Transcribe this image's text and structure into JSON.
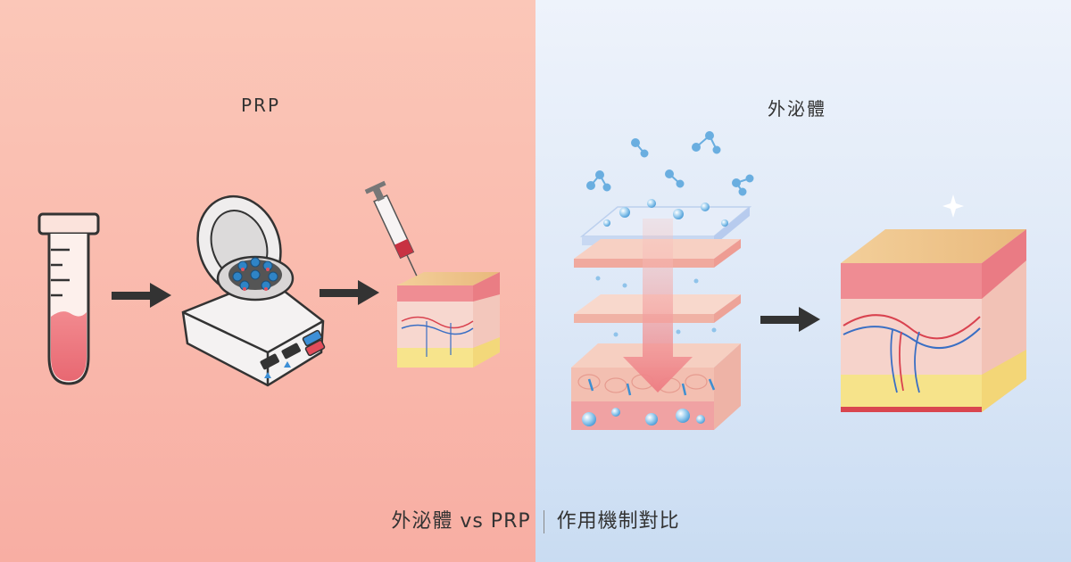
{
  "panels": {
    "left": {
      "title": "PRP",
      "color": "#f8b6a8"
    },
    "right": {
      "title": "外泌體",
      "color": "#dbe6f6"
    }
  },
  "caption": {
    "part1": "外泌體 vs PRP",
    "part2": "作用機制對比"
  },
  "icons": [
    "test-tube-icon",
    "centrifuge-icon",
    "syringe-icon",
    "skin-cube-icon",
    "arrow-right-icon",
    "molecule-icon",
    "sparkle-icon"
  ]
}
